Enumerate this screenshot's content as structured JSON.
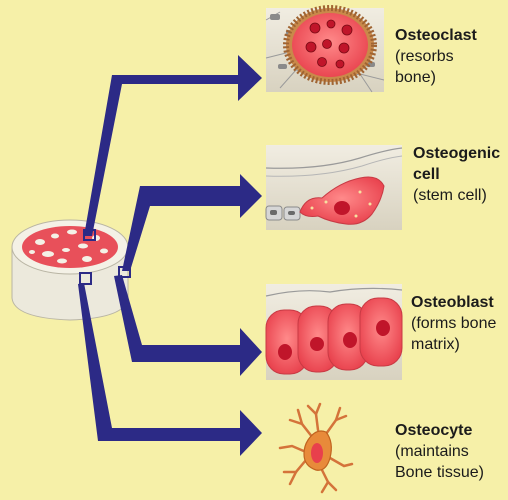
{
  "colors": {
    "background": "#f6f0a8",
    "arrow": "#2c2a86",
    "cell_red": "#e84c55",
    "nucleus": "#c0152a",
    "membrane": "#b07b4a"
  },
  "cells": [
    {
      "name": "Osteoclast",
      "description": [
        "(resorbs",
        "bone)"
      ],
      "icon": "osteoclast-icon"
    },
    {
      "name": "Osteogenic",
      "name_line2": "cell",
      "description": [
        "(stem cell)"
      ],
      "icon": "osteogenic-cell-icon"
    },
    {
      "name": "Osteoblast",
      "description": [
        "(forms bone",
        "matrix)"
      ],
      "icon": "osteoblast-icon"
    },
    {
      "name": "Osteocyte",
      "description": [
        "(maintains",
        "Bone tissue)"
      ],
      "icon": "osteocyte-icon"
    }
  ]
}
